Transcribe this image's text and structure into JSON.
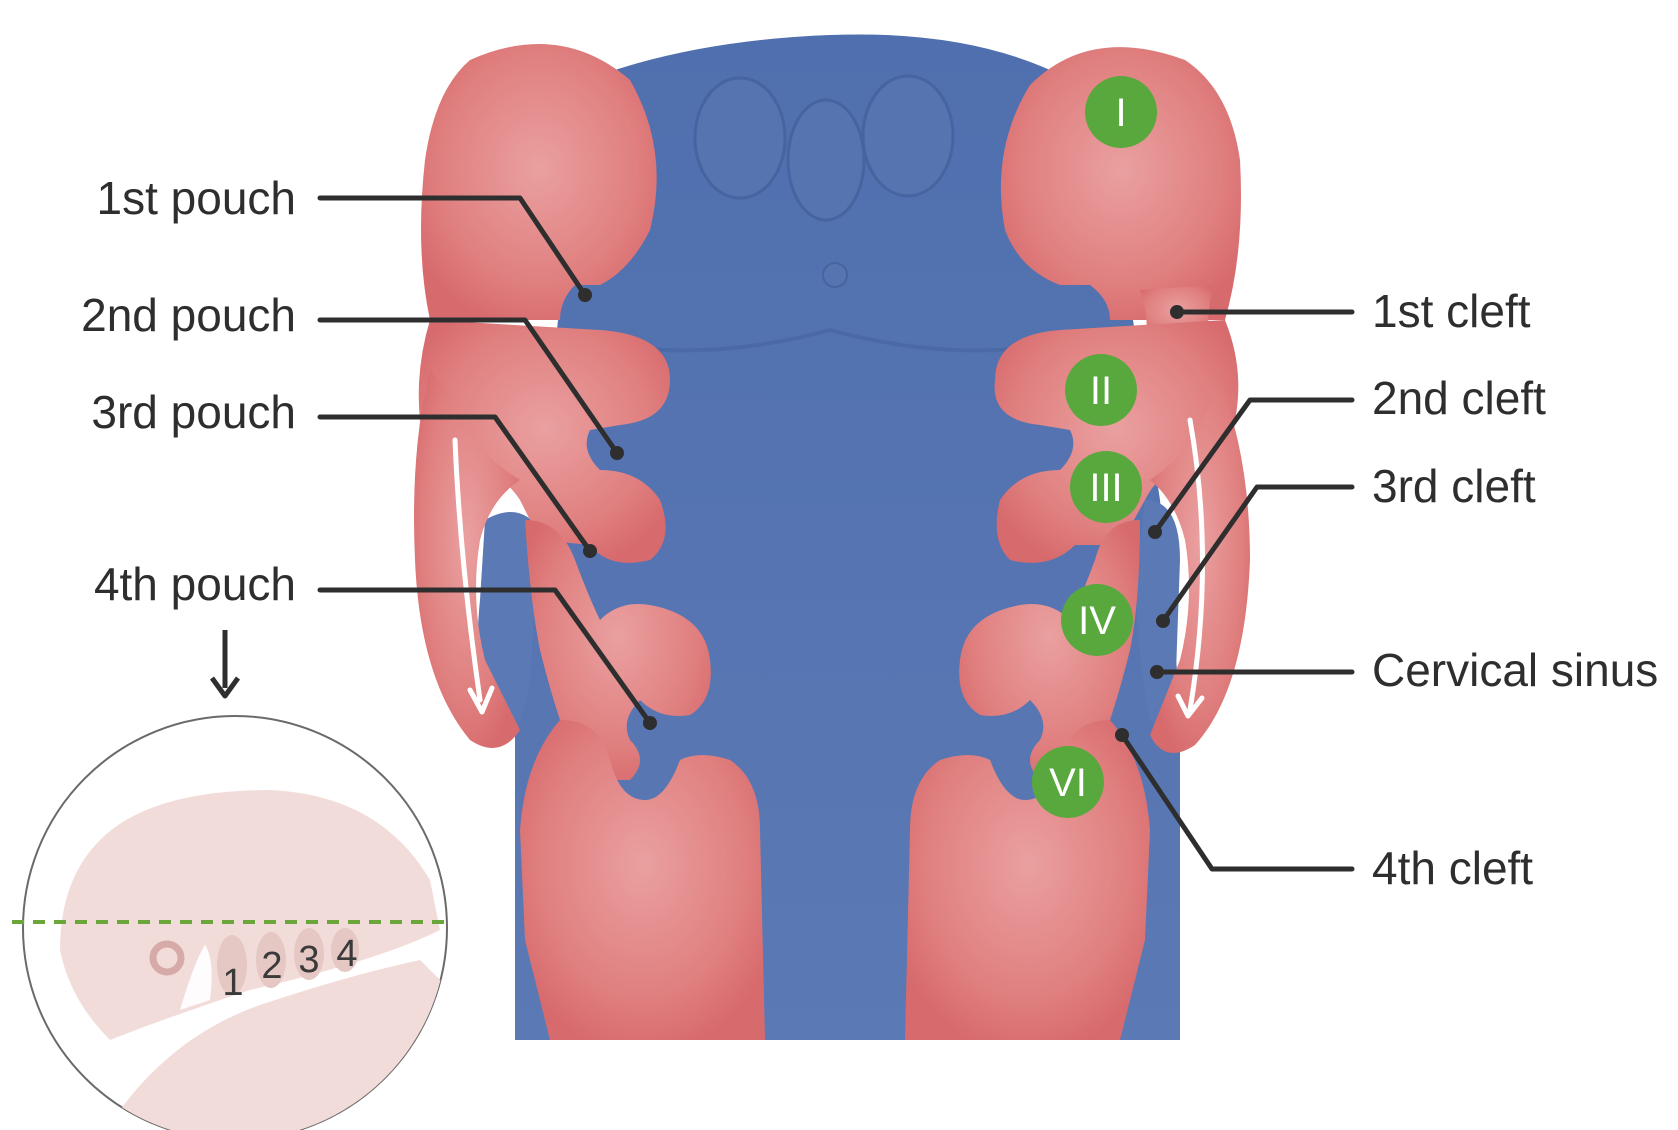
{
  "labels": {
    "left": [
      "1st pouch",
      "2nd pouch",
      "3rd pouch",
      "4th pouch"
    ],
    "right": [
      "1st cleft",
      "2nd cleft",
      "3rd cleft",
      "Cervical sinus",
      "4th cleft"
    ]
  },
  "arches": [
    "I",
    "II",
    "III",
    "IV",
    "VI"
  ],
  "inset": {
    "numbers": [
      "1",
      "2",
      "3",
      "4"
    ]
  },
  "colors": {
    "mesoderm": "#e07f7f",
    "endoderm": "#5b79b4",
    "arch_marker": "#58a83d",
    "section_line": "#6aa63a",
    "inset_tissue": "#f2dcd9"
  }
}
